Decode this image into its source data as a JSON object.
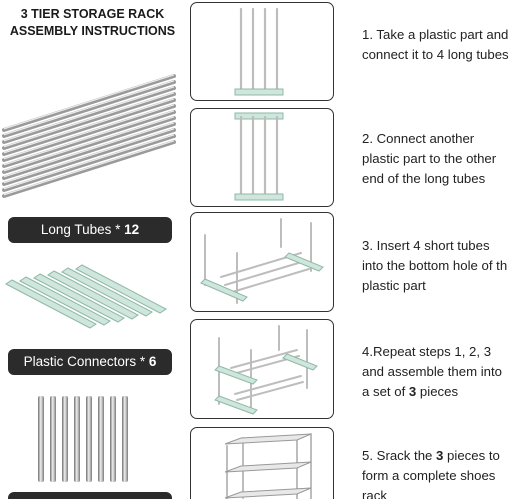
{
  "header": {
    "line1": "3 TIER STORAGE RACK",
    "line2": "ASSEMBLY INSTRUCTIONS"
  },
  "parts": [
    {
      "label": "Long Tubes * ",
      "qty": "12",
      "icon": "long-tubes-image"
    },
    {
      "label": "Plastic Connectors * ",
      "qty": "6",
      "icon": "plastic-connectors-image"
    },
    {
      "label": "",
      "qty": "",
      "icon": "short-tubes-image"
    }
  ],
  "steps": [
    {
      "pre": "1. Take a plastic part and connect it to 4 long tubes",
      "bold": "",
      "post": ""
    },
    {
      "pre": "2. Connect another plastic part to the other end of the long tubes",
      "bold": "",
      "post": ""
    },
    {
      "pre": "3. Insert 4 short tubes into the bottom hole of th plastic part",
      "bold": "",
      "post": ""
    },
    {
      "pre": "4.Repeat steps 1, 2, 3 and assemble them into a set of ",
      "bold": "3",
      "post": " pieces"
    },
    {
      "pre": "5. Srack the ",
      "bold": "3",
      "post": " pieces to form a complete shoes rack"
    }
  ],
  "colors": {
    "pill_bg": "#2b2b2b",
    "connector": "#cfe6dc",
    "tube": "#b8b8b8"
  }
}
